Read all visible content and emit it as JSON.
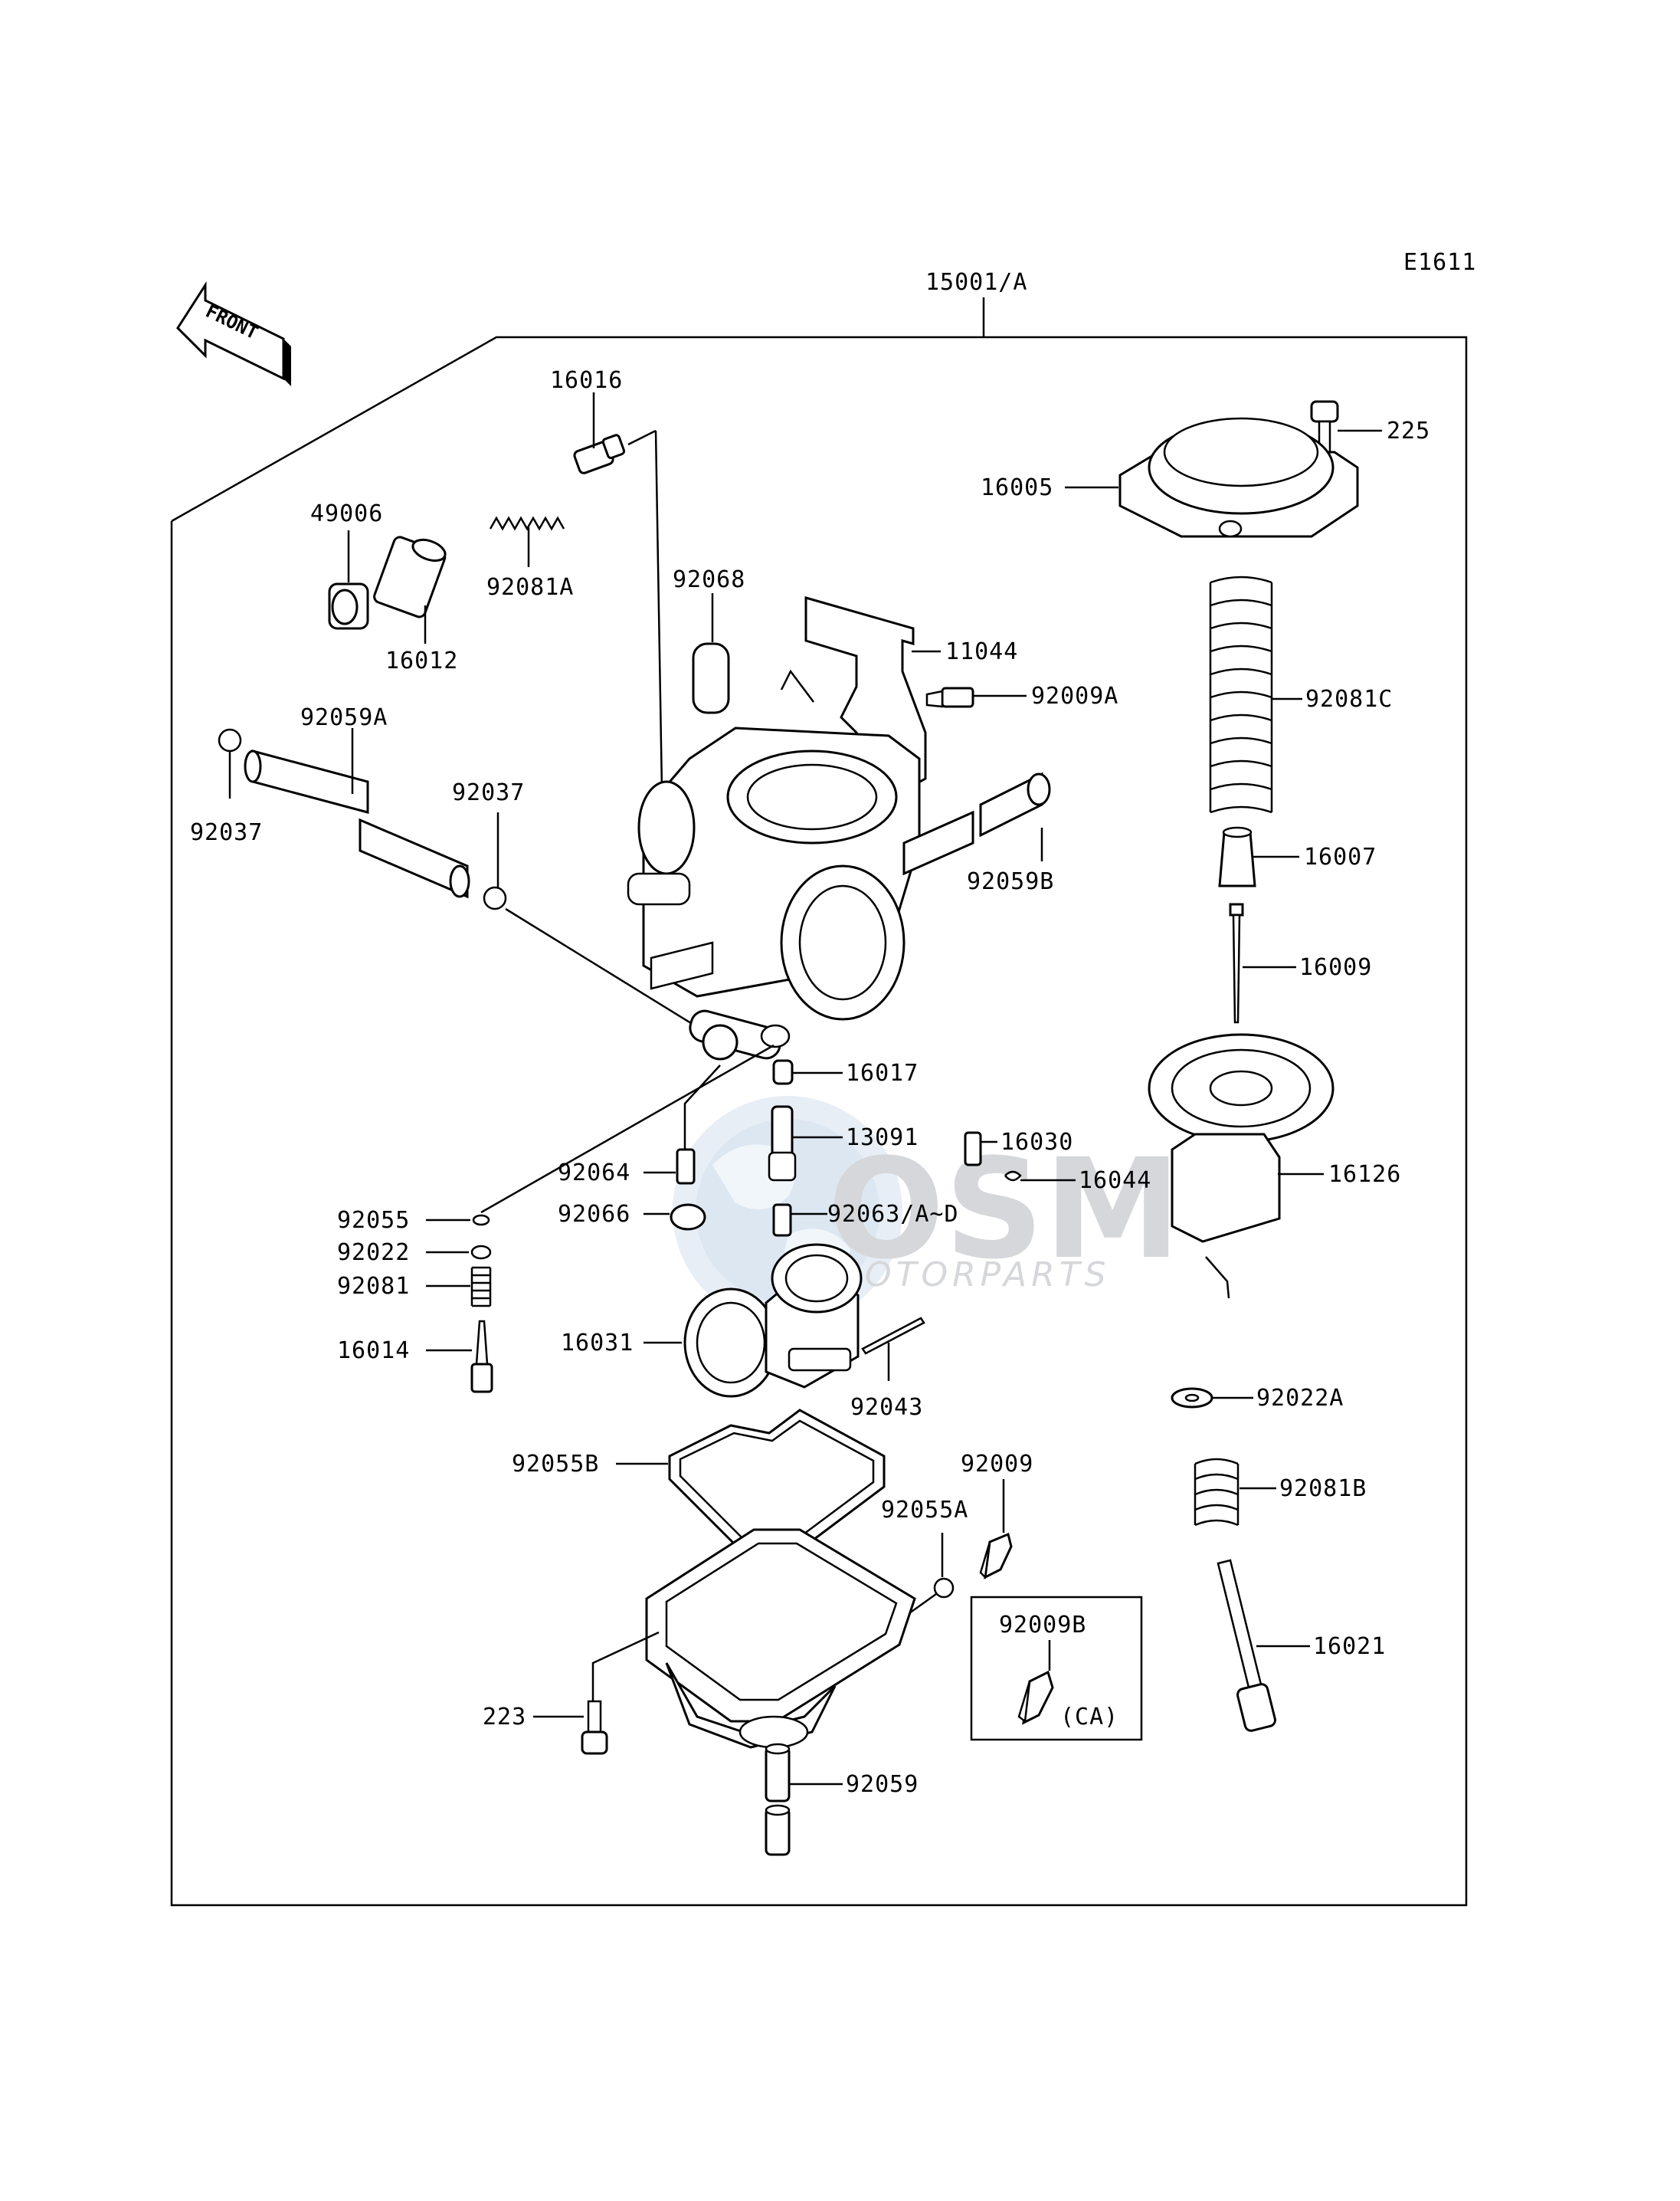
{
  "diagram": {
    "code": "E1611",
    "assembly_label": "15001/A",
    "front_label": "FRONT",
    "variant_note": "(CA)",
    "watermark": {
      "brand": "OSM",
      "subtitle": "MOTORPARTS"
    },
    "parts": {
      "p16016": "16016",
      "p49006": "49006",
      "p92081A": "92081A",
      "p16012": "16012",
      "p92068": "92068",
      "p11044": "11044",
      "p92009A": "92009A",
      "p225": "225",
      "p16005": "16005",
      "p92081C": "92081C",
      "p92059A": "92059A",
      "p92037_left": "92037",
      "p92037_mid": "92037",
      "p92059B": "92059B",
      "p16007": "16007",
      "p16009": "16009",
      "p16017": "16017",
      "p13091": "13091",
      "p16030": "16030",
      "p92064": "92064",
      "p16044": "16044",
      "p16126": "16126",
      "p92055": "92055",
      "p92066": "92066",
      "p92063": "92063/A~D",
      "p92022": "92022",
      "p92081": "92081",
      "p16014": "16014",
      "p16031": "16031",
      "p92043": "92043",
      "p92022A": "92022A",
      "p92055B": "92055B",
      "p92009": "92009",
      "p92081B": "92081B",
      "p92055A": "92055A",
      "p92009B": "92009B",
      "p16021": "16021",
      "p223": "223",
      "p92059": "92059"
    }
  }
}
